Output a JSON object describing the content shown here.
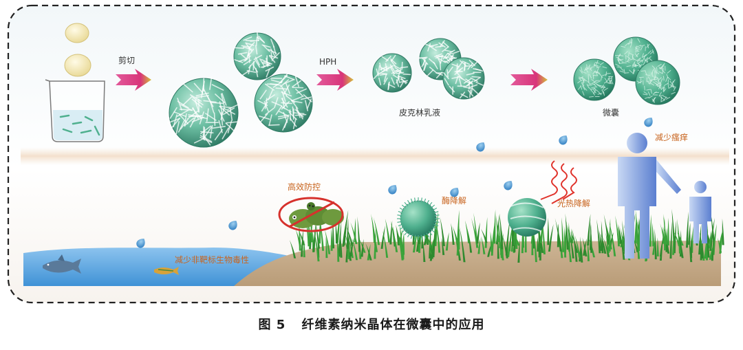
{
  "process_labels": {
    "shear": "剪切",
    "hph": "HPH",
    "pickering": "皮克林乳液",
    "microcapsule": "微囊"
  },
  "effect_labels": {
    "control": "高效防控",
    "enzyme": "酶降解",
    "photothermal": "光热降解",
    "itch": "减少瘙痒",
    "toxicity": "减少非靶标生物毒性"
  },
  "caption": {
    "number": "图 5",
    "title": "纤维素纳米晶体在微囊中的应用"
  },
  "colors": {
    "sphere": "#5fb49a",
    "sphere_dark": "#2f7a64",
    "arrow_fill": "#d8357a",
    "arrow_tip": "#d4c23a",
    "water": "#3f92d6",
    "soil": "#c7ae8d",
    "grass": "#3aa33a",
    "label_orange": "#c8641e",
    "human": "#6f8fd6"
  }
}
